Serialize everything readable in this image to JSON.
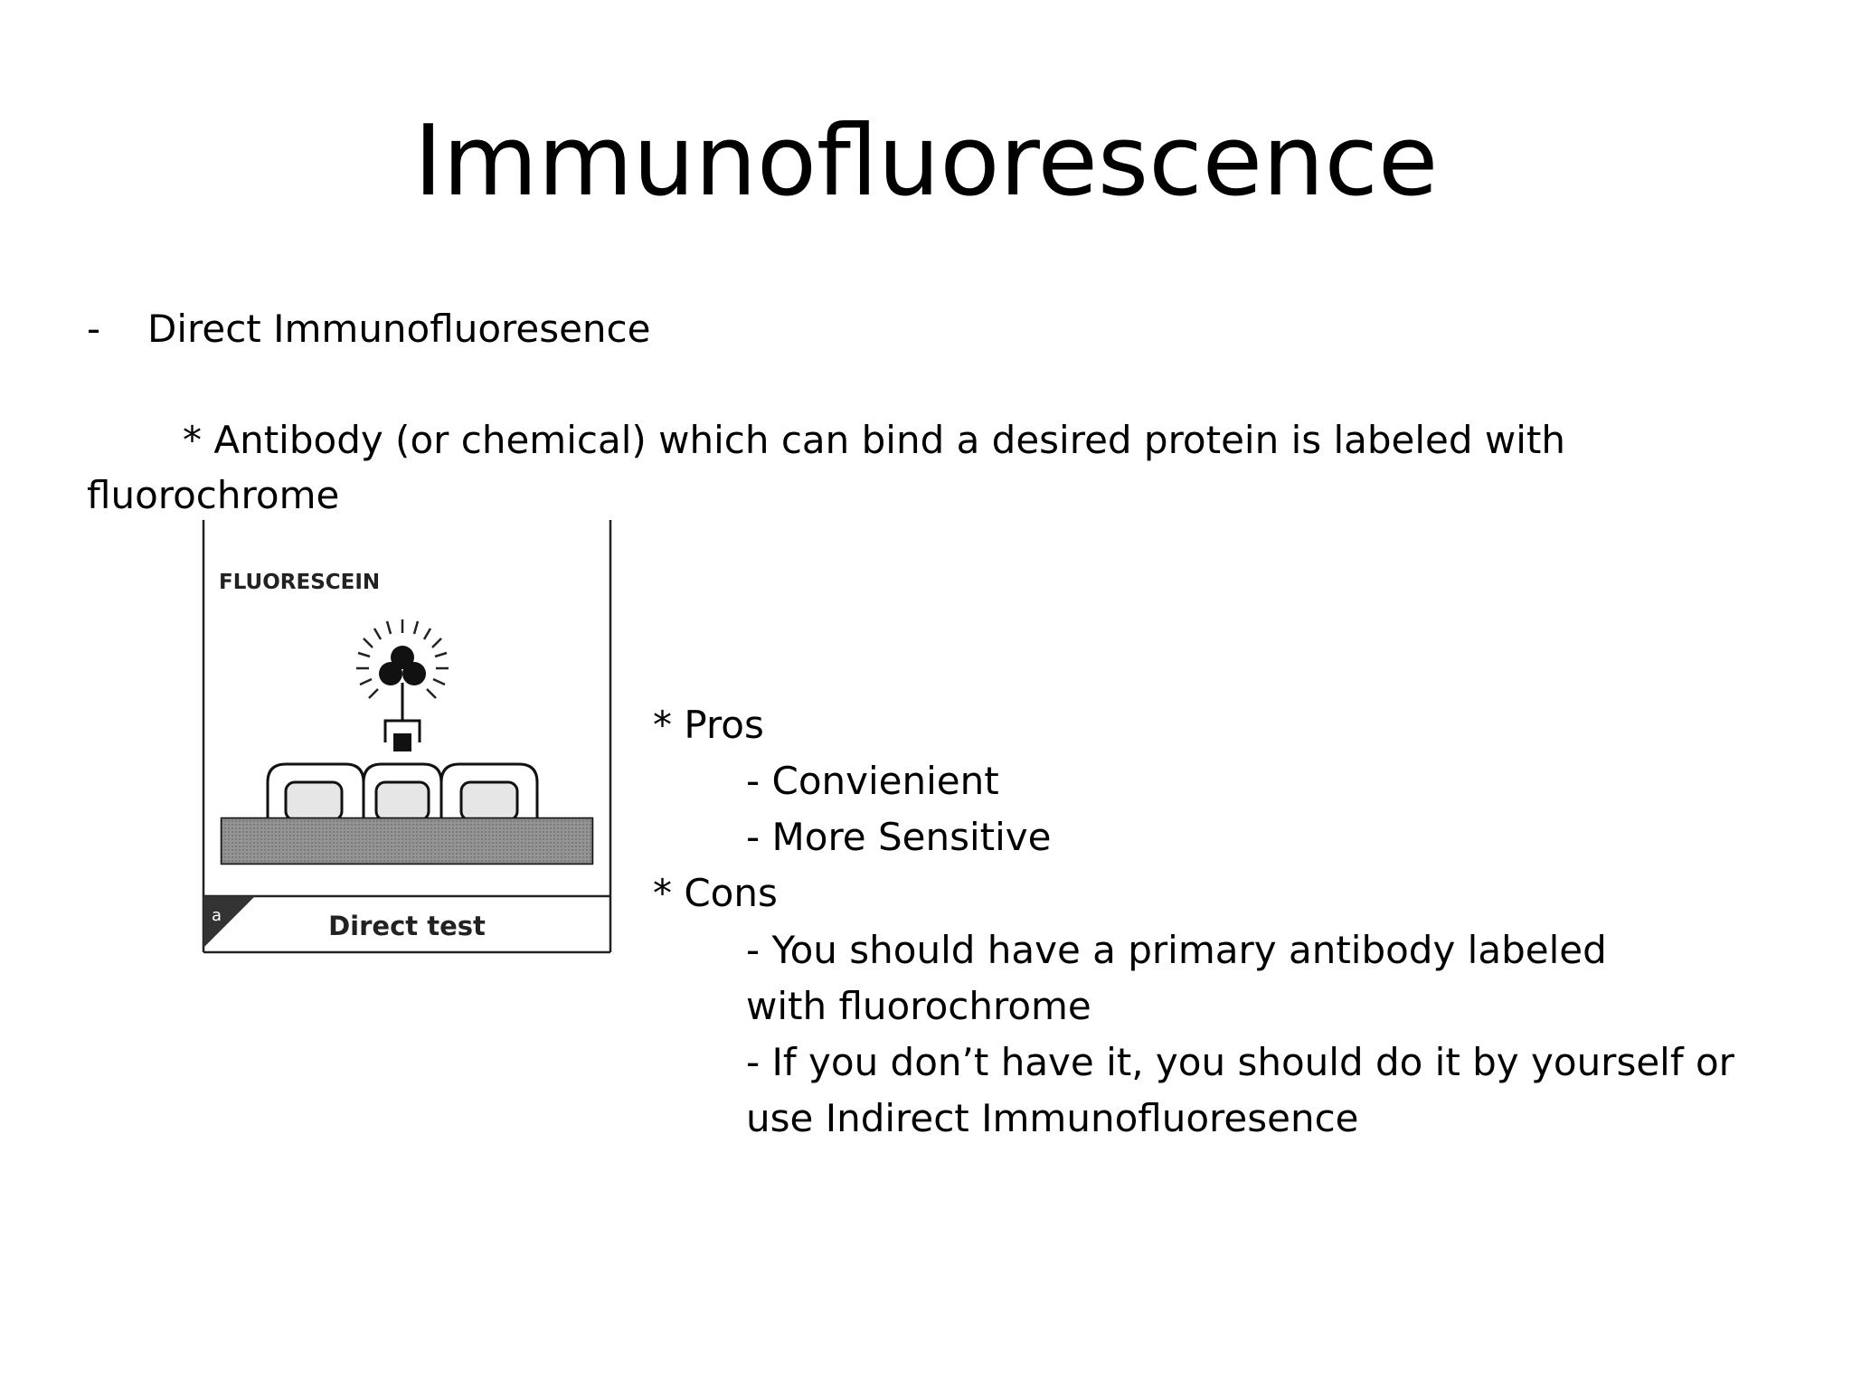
{
  "slide": {
    "title": "Immunofluorescence",
    "bullet_marker": "-",
    "bullet_heading": "Direct Immunofluoresence",
    "description_line1": "* Antibody (or chemical) which can bind a desired protein is labeled with",
    "description_line2": "fluorochrome"
  },
  "figure": {
    "label_top": "FLUORESCEIN",
    "label_bottom": "Direct test",
    "corner_letter": "a"
  },
  "pros": {
    "heading": "* Pros",
    "items": [
      "- Convienient",
      "- More Sensitive"
    ]
  },
  "cons": {
    "heading": "* Cons",
    "item1_line1": "- You should have a primary antibody labeled",
    "item1_line2": "with fluorochrome",
    "item2_line1": "- If you don’t have it, you should do it by yourself or",
    "item2_line2": "use  Indirect Immunofluoresence"
  }
}
